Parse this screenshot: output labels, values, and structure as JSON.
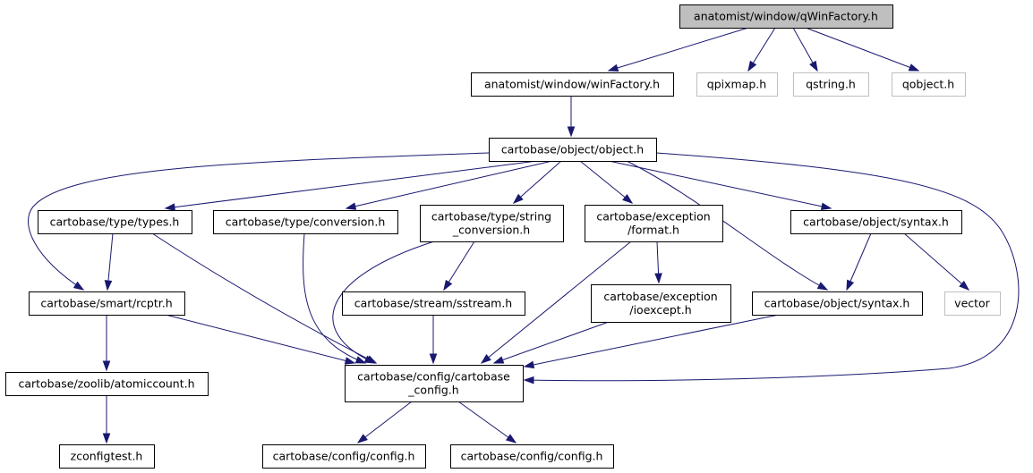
{
  "colors": {
    "edge": "#191970",
    "box_border": "#000000",
    "external_border": "#bfbfbf",
    "root_fill": "#bfbfbf",
    "fill": "#ffffff"
  },
  "nodes": [
    {
      "id": "qwinfactory",
      "lines": [
        "anatomist/window/qWinFactory.h"
      ],
      "style": "root"
    },
    {
      "id": "winfactory",
      "lines": [
        "anatomist/window/winFactory.h"
      ],
      "style": "normal"
    },
    {
      "id": "qpixmap",
      "lines": [
        "qpixmap.h"
      ],
      "style": "external"
    },
    {
      "id": "qstring",
      "lines": [
        "qstring.h"
      ],
      "style": "external"
    },
    {
      "id": "qobject",
      "lines": [
        "qobject.h"
      ],
      "style": "external"
    },
    {
      "id": "object",
      "lines": [
        "cartobase/object/object.h"
      ],
      "style": "normal"
    },
    {
      "id": "types",
      "lines": [
        "cartobase/type/types.h"
      ],
      "style": "normal"
    },
    {
      "id": "conversion",
      "lines": [
        "cartobase/type/conversion.h"
      ],
      "style": "normal"
    },
    {
      "id": "string_conversion",
      "lines": [
        "cartobase/type/string",
        "_conversion.h"
      ],
      "style": "normal"
    },
    {
      "id": "format",
      "lines": [
        "cartobase/exception",
        "/format.h"
      ],
      "style": "normal"
    },
    {
      "id": "syntax_top",
      "lines": [
        "cartobase/object/syntax.h"
      ],
      "style": "normal"
    },
    {
      "id": "rcptr",
      "lines": [
        "cartobase/smart/rcptr.h"
      ],
      "style": "normal"
    },
    {
      "id": "sstream",
      "lines": [
        "cartobase/stream/sstream.h"
      ],
      "style": "normal"
    },
    {
      "id": "ioexcept",
      "lines": [
        "cartobase/exception",
        "/ioexcept.h"
      ],
      "style": "normal"
    },
    {
      "id": "syntax_mid",
      "lines": [
        "cartobase/object/syntax.h"
      ],
      "style": "normal"
    },
    {
      "id": "vector",
      "lines": [
        "vector"
      ],
      "style": "external"
    },
    {
      "id": "atomiccount",
      "lines": [
        "cartobase/zoolib/atomiccount.h"
      ],
      "style": "normal"
    },
    {
      "id": "cartobase_config",
      "lines": [
        "cartobase/config/cartobase",
        "_config.h"
      ],
      "style": "normal"
    },
    {
      "id": "zconfigtest",
      "lines": [
        "zconfigtest.h"
      ],
      "style": "normal"
    },
    {
      "id": "config_a",
      "lines": [
        "cartobase/config/config.h"
      ],
      "style": "normal"
    },
    {
      "id": "config_b",
      "lines": [
        "cartobase/config/config.h"
      ],
      "style": "normal"
    }
  ]
}
